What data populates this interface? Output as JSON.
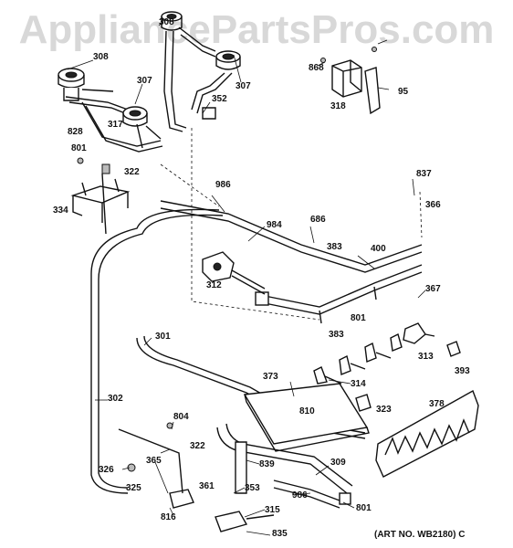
{
  "watermark": "AppliancePartsPros.com",
  "art_number": "(ART NO. WB2180) C",
  "callouts": [
    "308",
    "308",
    "307",
    "307",
    "352",
    "317",
    "828",
    "801",
    "322",
    "334",
    "868",
    "318",
    "95",
    "986",
    "984",
    "686",
    "383",
    "400",
    "837",
    "366",
    "312",
    "367",
    "301",
    "801",
    "383",
    "313",
    "393",
    "302",
    "373",
    "314",
    "323",
    "810",
    "378",
    "804",
    "322",
    "839",
    "309",
    "326",
    "325",
    "365",
    "361",
    "353",
    "986",
    "816",
    "315",
    "801",
    "835"
  ]
}
